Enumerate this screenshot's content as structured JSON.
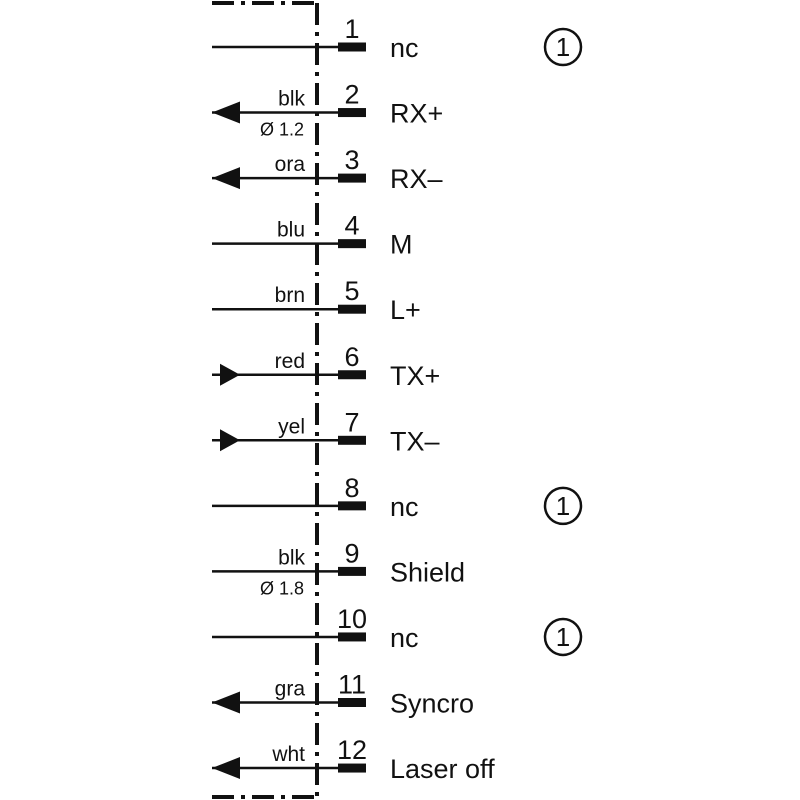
{
  "pins": [
    {
      "number": "1",
      "signal": "nc",
      "wire": "",
      "diameter": "",
      "arrow": "none",
      "note": "1"
    },
    {
      "number": "2",
      "signal": "RX+",
      "wire": "blk",
      "diameter": "Ø 1.2",
      "arrow": "left",
      "note": ""
    },
    {
      "number": "3",
      "signal": "RX–",
      "wire": "ora",
      "diameter": "",
      "arrow": "left",
      "note": ""
    },
    {
      "number": "4",
      "signal": "M",
      "wire": "blu",
      "diameter": "",
      "arrow": "none",
      "note": ""
    },
    {
      "number": "5",
      "signal": "L+",
      "wire": "brn",
      "diameter": "",
      "arrow": "none",
      "note": ""
    },
    {
      "number": "6",
      "signal": "TX+",
      "wire": "red",
      "diameter": "",
      "arrow": "right",
      "note": ""
    },
    {
      "number": "7",
      "signal": "TX–",
      "wire": "yel",
      "diameter": "",
      "arrow": "right",
      "note": ""
    },
    {
      "number": "8",
      "signal": "nc",
      "wire": "",
      "diameter": "",
      "arrow": "none",
      "note": "1"
    },
    {
      "number": "9",
      "signal": "Shield",
      "wire": "blk",
      "diameter": "Ø 1.8",
      "arrow": "none",
      "note": ""
    },
    {
      "number": "10",
      "signal": "nc",
      "wire": "",
      "diameter": "",
      "arrow": "none",
      "note": "1"
    },
    {
      "number": "11",
      "signal": "Syncro",
      "wire": "gra",
      "diameter": "",
      "arrow": "left",
      "note": ""
    },
    {
      "number": "12",
      "signal": "Laser off",
      "wire": "wht",
      "diameter": "",
      "arrow": "left",
      "note": ""
    }
  ],
  "colors": {
    "line": "#111111",
    "background": "#ffffff"
  }
}
